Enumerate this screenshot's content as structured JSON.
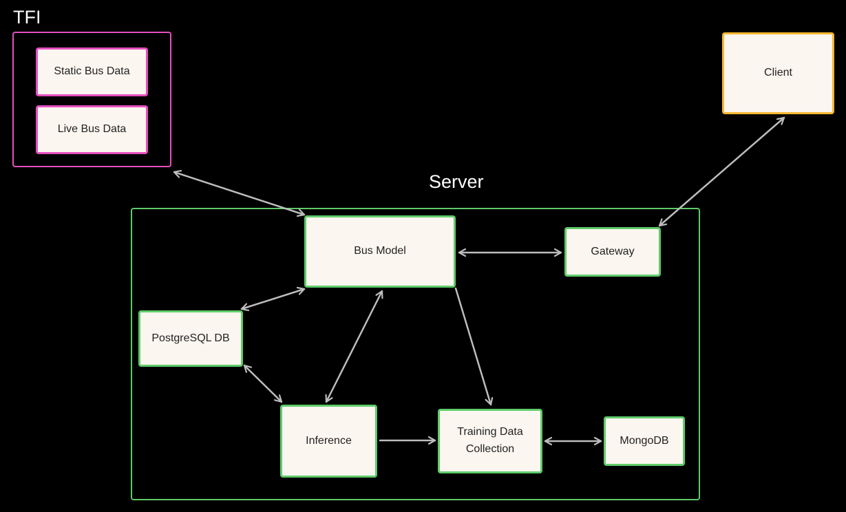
{
  "colors": {
    "background": "#000000",
    "node_fill": "#fbf6ef",
    "tfi_border": "#e64fc0",
    "server_border": "#5fcb6a",
    "client_border": "#f5b731",
    "edge": "#bdbdbd"
  },
  "groups": {
    "tfi": {
      "label": "TFI"
    },
    "server": {
      "label": "Server"
    }
  },
  "nodes": {
    "static_bus_data": "Static Bus Data",
    "live_bus_data": "Live Bus Data",
    "client": "Client",
    "bus_model": "Bus Model",
    "gateway": "Gateway",
    "postgresql_db": "PostgreSQL DB",
    "inference": "Inference",
    "training_data_collection": "Training Data\nCollection",
    "mongodb": "MongoDB"
  },
  "edges": [
    {
      "from": "tfi",
      "to": "bus_model",
      "direction": "both"
    },
    {
      "from": "client",
      "to": "gateway",
      "direction": "both"
    },
    {
      "from": "bus_model",
      "to": "gateway",
      "direction": "both"
    },
    {
      "from": "bus_model",
      "to": "postgresql_db",
      "direction": "both"
    },
    {
      "from": "bus_model",
      "to": "inference",
      "direction": "both"
    },
    {
      "from": "bus_model",
      "to": "training_data_collection",
      "direction": "forward"
    },
    {
      "from": "postgresql_db",
      "to": "inference",
      "direction": "both"
    },
    {
      "from": "inference",
      "to": "training_data_collection",
      "direction": "forward"
    },
    {
      "from": "training_data_collection",
      "to": "mongodb",
      "direction": "both"
    }
  ]
}
